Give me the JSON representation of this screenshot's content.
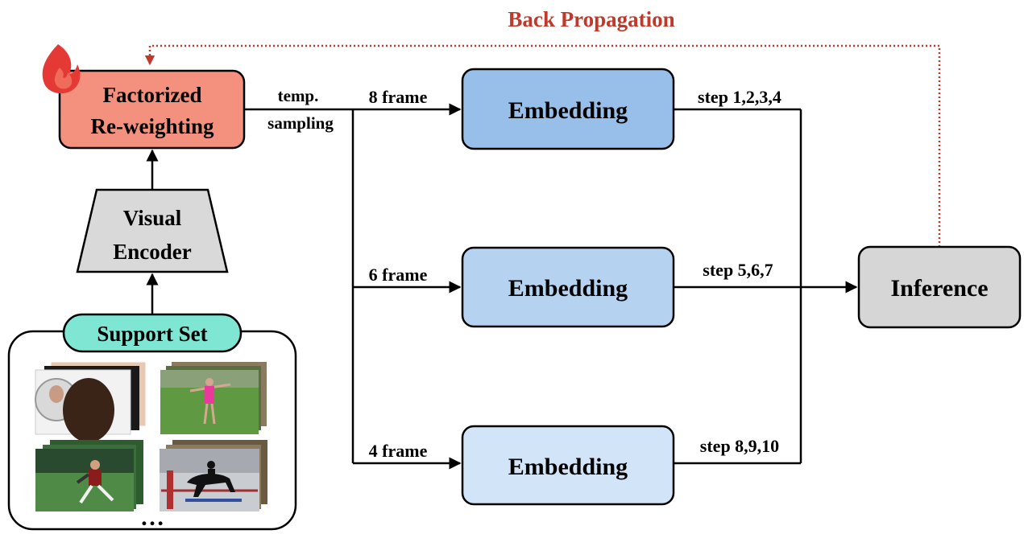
{
  "title": "Back Propagation",
  "factorized_box": {
    "line1": "Factorized",
    "line2": "Re-weighting"
  },
  "visual_encoder": {
    "line1": "Visual",
    "line2": "Encoder"
  },
  "support_set": {
    "label": "Support Set",
    "ellipsis": "…"
  },
  "sampling_label": {
    "line1": "temp.",
    "line2": "sampling"
  },
  "branches": [
    {
      "frames": "8 frame",
      "box": "Embedding",
      "steps": "step 1,2,3,4"
    },
    {
      "frames": "6 frame",
      "box": "Embedding",
      "steps": "step 5,6,7"
    },
    {
      "frames": "4 frame",
      "box": "Embedding",
      "steps": "step 8,9,10"
    }
  ],
  "inference": "Inference",
  "colors": {
    "factorized_fill": "#f4907e",
    "embedding_1": "#97bfe9",
    "embedding_2": "#b5d3f1",
    "embedding_3": "#d2e4f7",
    "inference_fill": "#d6d6d6",
    "encoder_fill": "#d9d9d9",
    "support_label_fill": "#7ee6d2",
    "backprop_color": "#c0392b",
    "fire_color": "#e53935"
  },
  "icons": [
    "fire-icon"
  ]
}
